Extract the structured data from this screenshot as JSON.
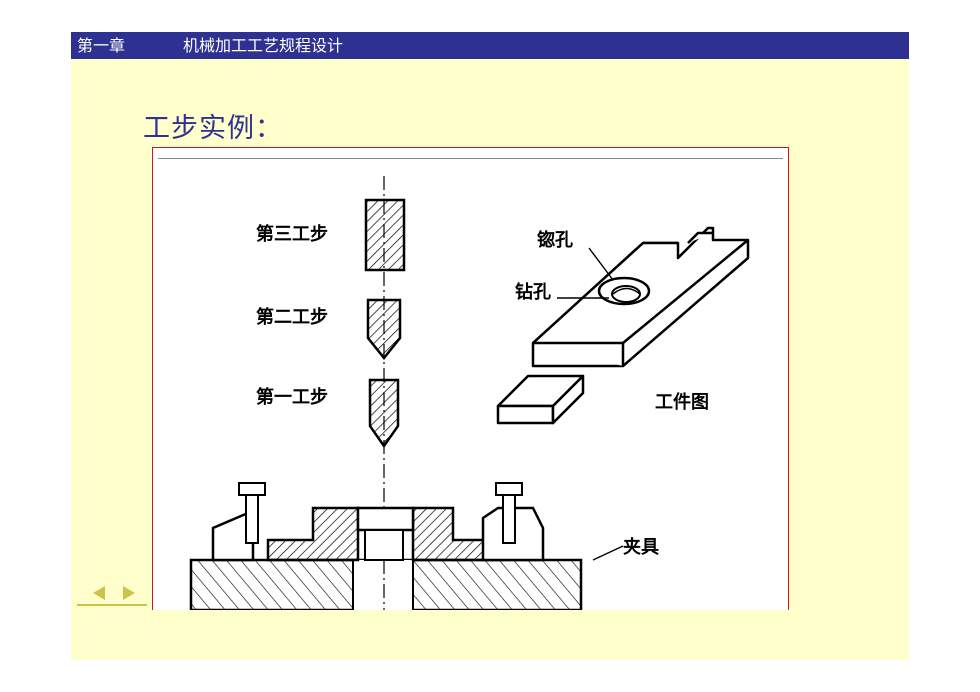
{
  "header": {
    "chapter": "第一章",
    "title": "机械加工工艺规程设计"
  },
  "heading": "工步实例：",
  "figure": {
    "labels": {
      "step3": "第三工步",
      "step2": "第二工步",
      "step1": "第一工步",
      "counterbore": "锪孔",
      "drill_hole": "钻孔",
      "workpiece": "工件图",
      "fixture": "夹具"
    }
  },
  "nav": {
    "prev_icon": "triangle-left-icon",
    "next_icon": "triangle-right-icon"
  },
  "colors": {
    "header_bg": "#2e3192",
    "slide_bg": "#ffffcc",
    "heading": "#2e3192",
    "figure_border": "#cc1133",
    "nav": "#cfc24a"
  }
}
